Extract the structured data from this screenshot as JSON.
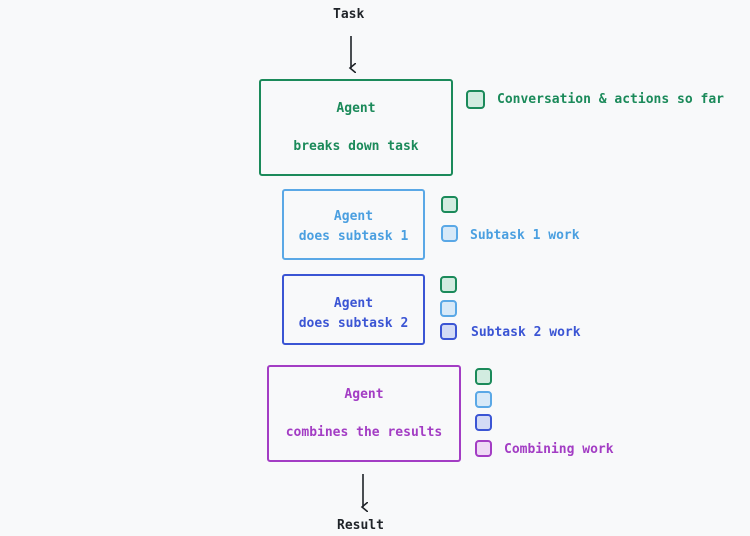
{
  "diagram": {
    "task_label": "Task",
    "result_label": "Result",
    "steps": [
      {
        "title": "Agent",
        "subtitle": "breaks down task",
        "legend": "Conversation & actions so far"
      },
      {
        "title": "Agent",
        "subtitle": "does subtask 1",
        "legend": "Subtask 1 work"
      },
      {
        "title": "Agent",
        "subtitle": "does subtask 2",
        "legend": "Subtask 2 work"
      },
      {
        "title": "Agent",
        "subtitle": "combines the results",
        "legend": "Combining work"
      }
    ]
  },
  "colors": {
    "conversation": "#1b8a5a",
    "subtask1": "#4a9fe0",
    "subtask2": "#3b55d4",
    "combining": "#a33dc4",
    "arrow": "#1f2328",
    "background": "#f8f9fa"
  }
}
